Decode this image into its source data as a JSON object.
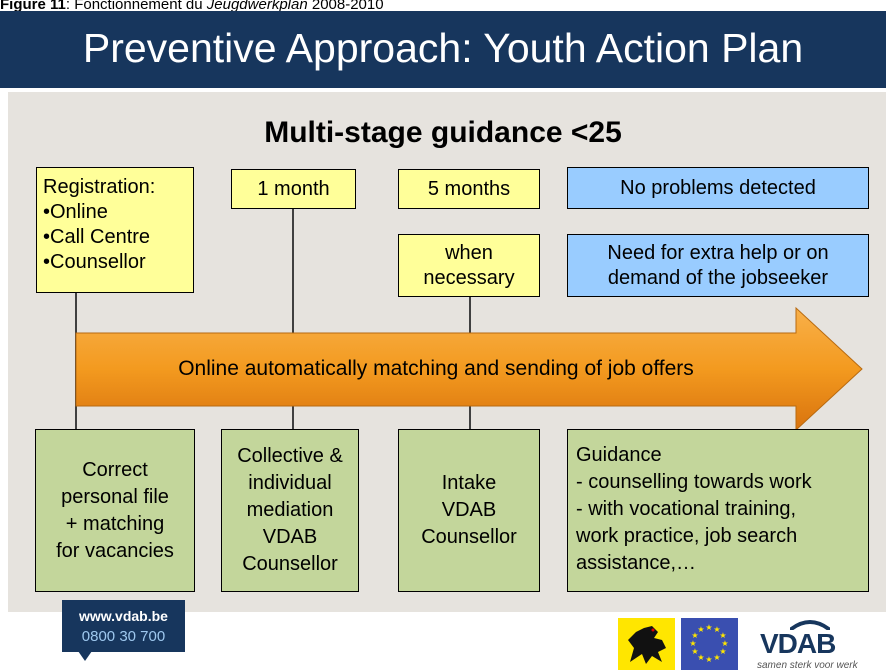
{
  "caption": {
    "figure_label": "Figure 11",
    "text_after_label": ": Fonctionnement du ",
    "italic_term": "Jeugdwerkplan",
    "text_end": " 2008-2010"
  },
  "slide": {
    "title": "Preventive Approach: Youth Action Plan",
    "subtitle": "Multi-stage guidance <25"
  },
  "top_boxes": {
    "registration": [
      "Registration:",
      "•Online",
      "•Call Centre",
      "•Counsellor"
    ],
    "one_month": "1 month",
    "five_months": "5 months",
    "when_necessary": [
      "when",
      "necessary"
    ],
    "no_problems": "No problems detected",
    "extra_help": [
      "Need for extra help or on",
      "demand of the jobseeker"
    ]
  },
  "arrow": {
    "label": "Online automatically matching and sending of job offers"
  },
  "bottom_boxes": {
    "correct_file": [
      "Correct",
      "personal file",
      "+ matching",
      "for vacancies"
    ],
    "mediation": [
      "Collective &",
      "individual",
      "mediation",
      "VDAB",
      "Counsellor"
    ],
    "intake": [
      "Intake",
      "VDAB",
      "Counsellor"
    ],
    "guidance": [
      "Guidance",
      "- counselling towards work",
      "- with vocational training,",
      "work practice, job search",
      "assistance,…"
    ]
  },
  "footer": {
    "website": "www.vdab.be",
    "phone": "0800 30 700",
    "vdab_logo": "VDAB",
    "vdab_slogan": "samen sterk voor werk"
  },
  "colors": {
    "title_bg": "#17365d",
    "slide_bg": "#e6e3de",
    "yellow_box": "#ffff99",
    "blue_box": "#99ccff",
    "green_box": "#c3d69b",
    "arrow_orange": "#f39a1f"
  }
}
